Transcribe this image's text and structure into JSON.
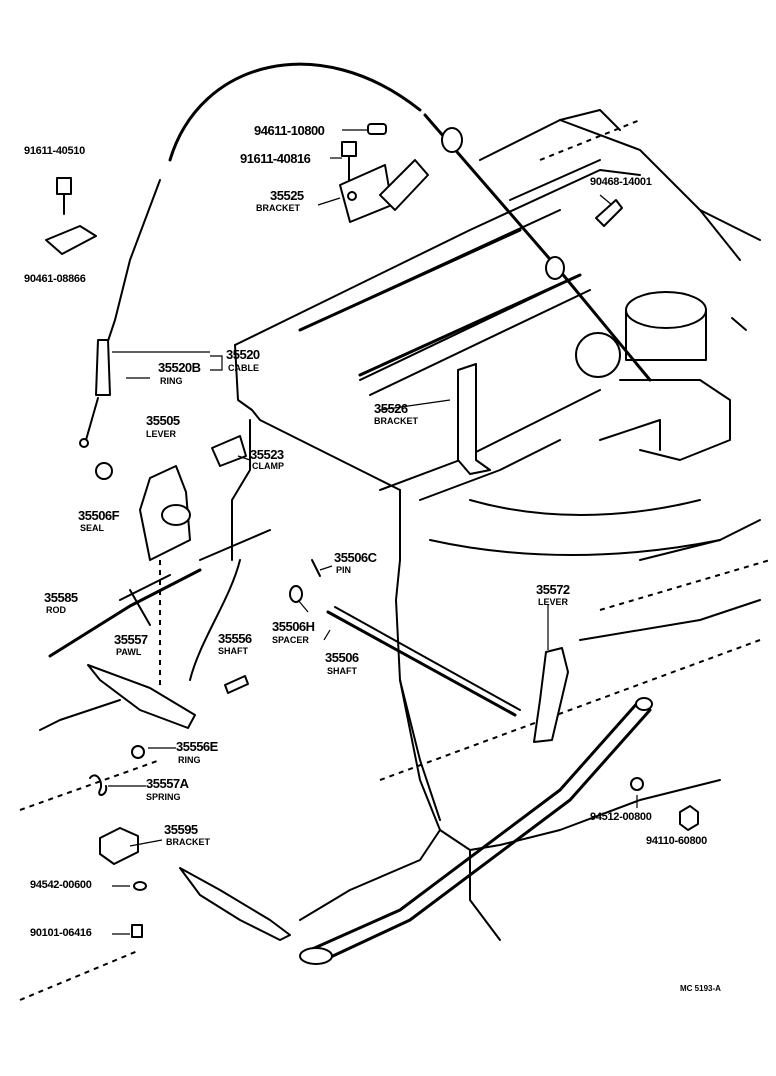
{
  "diagram_ref": "MC 5193-A",
  "parts": [
    {
      "number": "94611-10800"
    },
    {
      "number": "91611-40816"
    },
    {
      "number": "35525",
      "desc": "BRACKET"
    },
    {
      "number": "91611-40510"
    },
    {
      "number": "90461-08866"
    },
    {
      "number": "90468-14001"
    },
    {
      "number": "35520B",
      "desc": "RING"
    },
    {
      "number": "35520",
      "desc": "CABLE"
    },
    {
      "number": "35505",
      "desc": "LEVER"
    },
    {
      "number": "35526",
      "desc": "BRACKET"
    },
    {
      "number": "35523",
      "desc": "CLAMP"
    },
    {
      "number": "35506F",
      "desc": "SEAL"
    },
    {
      "number": "35506C",
      "desc": "PIN"
    },
    {
      "number": "35585",
      "desc": "ROD"
    },
    {
      "number": "35572",
      "desc": "LEVER"
    },
    {
      "number": "35557",
      "desc": "PAWL"
    },
    {
      "number": "35556",
      "desc": "SHAFT"
    },
    {
      "number": "35506H",
      "desc": "SPACER"
    },
    {
      "number": "35506",
      "desc": "SHAFT"
    },
    {
      "number": "35556E",
      "desc": "RING"
    },
    {
      "number": "35557A",
      "desc": "SPRING"
    },
    {
      "number": "35595",
      "desc": "BRACKET"
    },
    {
      "number": "94512-00800"
    },
    {
      "number": "94110-60800"
    },
    {
      "number": "94542-00600"
    },
    {
      "number": "90101-06416"
    }
  ]
}
